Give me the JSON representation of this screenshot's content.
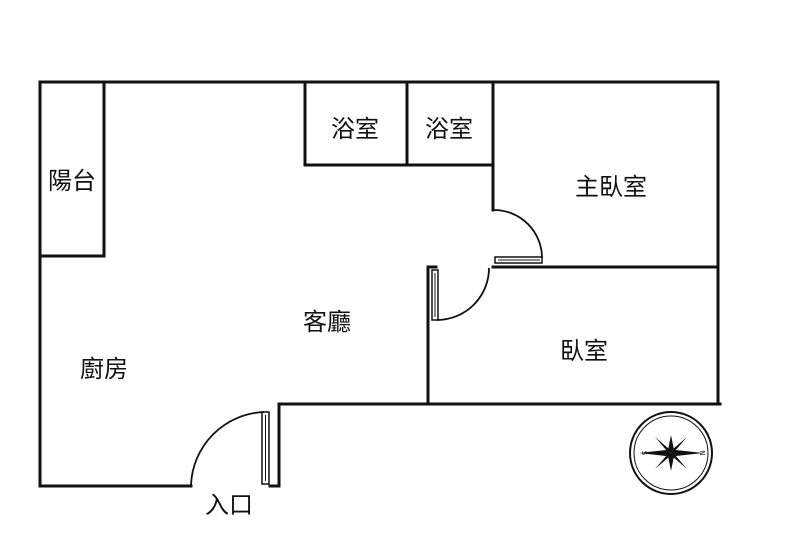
{
  "rooms": {
    "bath_1": "浴室",
    "bath_2": "浴室",
    "master_bedroom": "主臥室",
    "balcony": "陽台",
    "living_room": "客廳",
    "kitchen": "廚房",
    "bedroom": "臥室",
    "entrance": "入口"
  },
  "compass": {
    "north": "N",
    "south": "S"
  },
  "colors": {
    "wall": "#111111",
    "background": "#ffffff"
  }
}
